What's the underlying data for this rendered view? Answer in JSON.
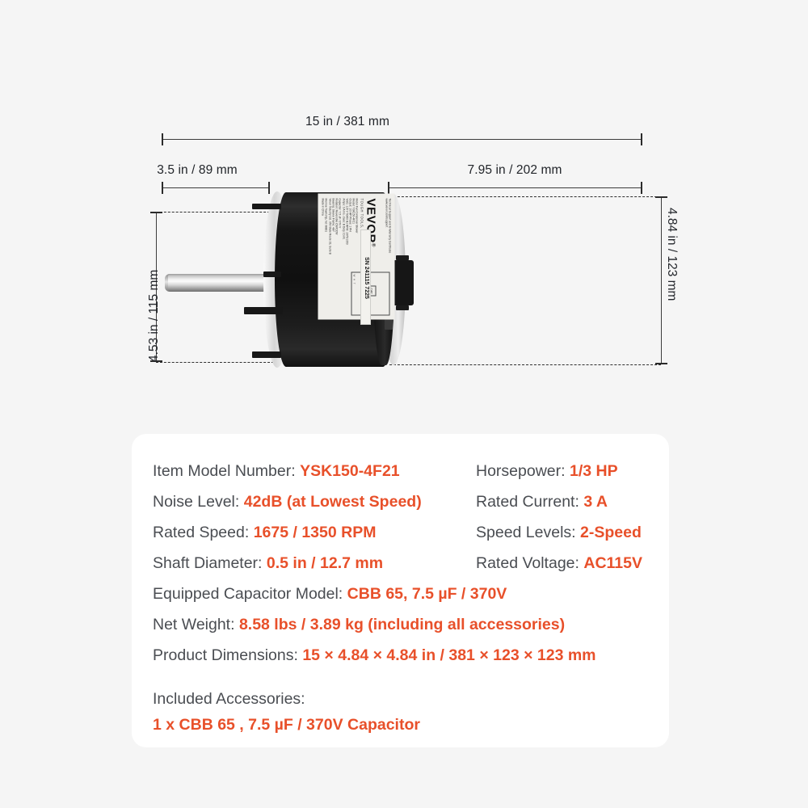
{
  "diagram": {
    "dimensions": {
      "overall_length": "15 in / 381 mm",
      "shaft_left_length": "3.5 in / 89 mm",
      "shaft_right_length": "7.95 in / 202 mm",
      "body_height_left": "4.53 in / 115 mm",
      "overall_height_right": "4.84 in / 123 mm"
    },
    "product_label": {
      "brand": "VEVOR",
      "tagline": "TOUGH TOOLS, HALF PRICE",
      "header_line": "Technical Support and E-Warranty Certificate www.vevor.com/support",
      "spec_lines": [
        "Motor Fan Condenser Blower",
        "Model: YSK150-4F21",
        "Output: 1/3 HP     Phase: 1 PH",
        "Volts: 115 V   50/60 Hz   RPM: 1675/1350",
        "Amps: 3 A       Ins. class: B     Duty: Cont.",
        "Capacitor: 7.5 uF / 370 V",
        "Rotation: Reversible  CW/CCW",
        "Bearing: Sleeve    Frame: 48Y",
        "Vevor Industry Ltd. 350 State Route 33, Suite B",
        "Monroe Township, NJ 08831",
        "Made in China"
      ],
      "wiring_terminals": [
        "WHT",
        "WHT",
        "BRN",
        "BLK",
        "RED"
      ],
      "wiring_cap_label": "CAP",
      "serial_number": "SN 241115 7225"
    }
  },
  "spec_card": {
    "rows_left": [
      {
        "key": "Item Model Number: ",
        "value": "YSK150-4F21"
      },
      {
        "key": "Noise Level: ",
        "value": "42dB (at Lowest Speed)"
      },
      {
        "key": "Rated Speed: ",
        "value": "1675 / 1350 RPM"
      },
      {
        "key": "Shaft Diameter: ",
        "value": "0.5 in / 12.7 mm"
      }
    ],
    "rows_right": [
      {
        "key": "Horsepower: ",
        "value": "1/3 HP"
      },
      {
        "key": "Rated Current: ",
        "value": "3 A"
      },
      {
        "key": "Speed Levels: ",
        "value": "2-Speed"
      },
      {
        "key": "Rated Voltage: ",
        "value": "AC115V"
      }
    ],
    "rows_wide": [
      {
        "key": "Equipped Capacitor Model: ",
        "value": "CBB 65, 7.5 µF / 370V"
      },
      {
        "key": "Net Weight: ",
        "value": "8.58 lbs / 3.89 kg (including all accessories)"
      },
      {
        "key": "Product Dimensions: ",
        "value": "15 × 4.84 × 4.84 in / 381 × 123 × 123 mm"
      }
    ],
    "accessories": {
      "title": "Included Accessories:",
      "item": "1 x CBB 65 , 7.5 µF / 370V Capacitor"
    }
  },
  "colors": {
    "accent": "#e8502a",
    "label_text": "#4a4d52",
    "page_background": "#f5f5f5",
    "card_background": "#ffffff",
    "dimension_line": "#3c3c3c"
  }
}
